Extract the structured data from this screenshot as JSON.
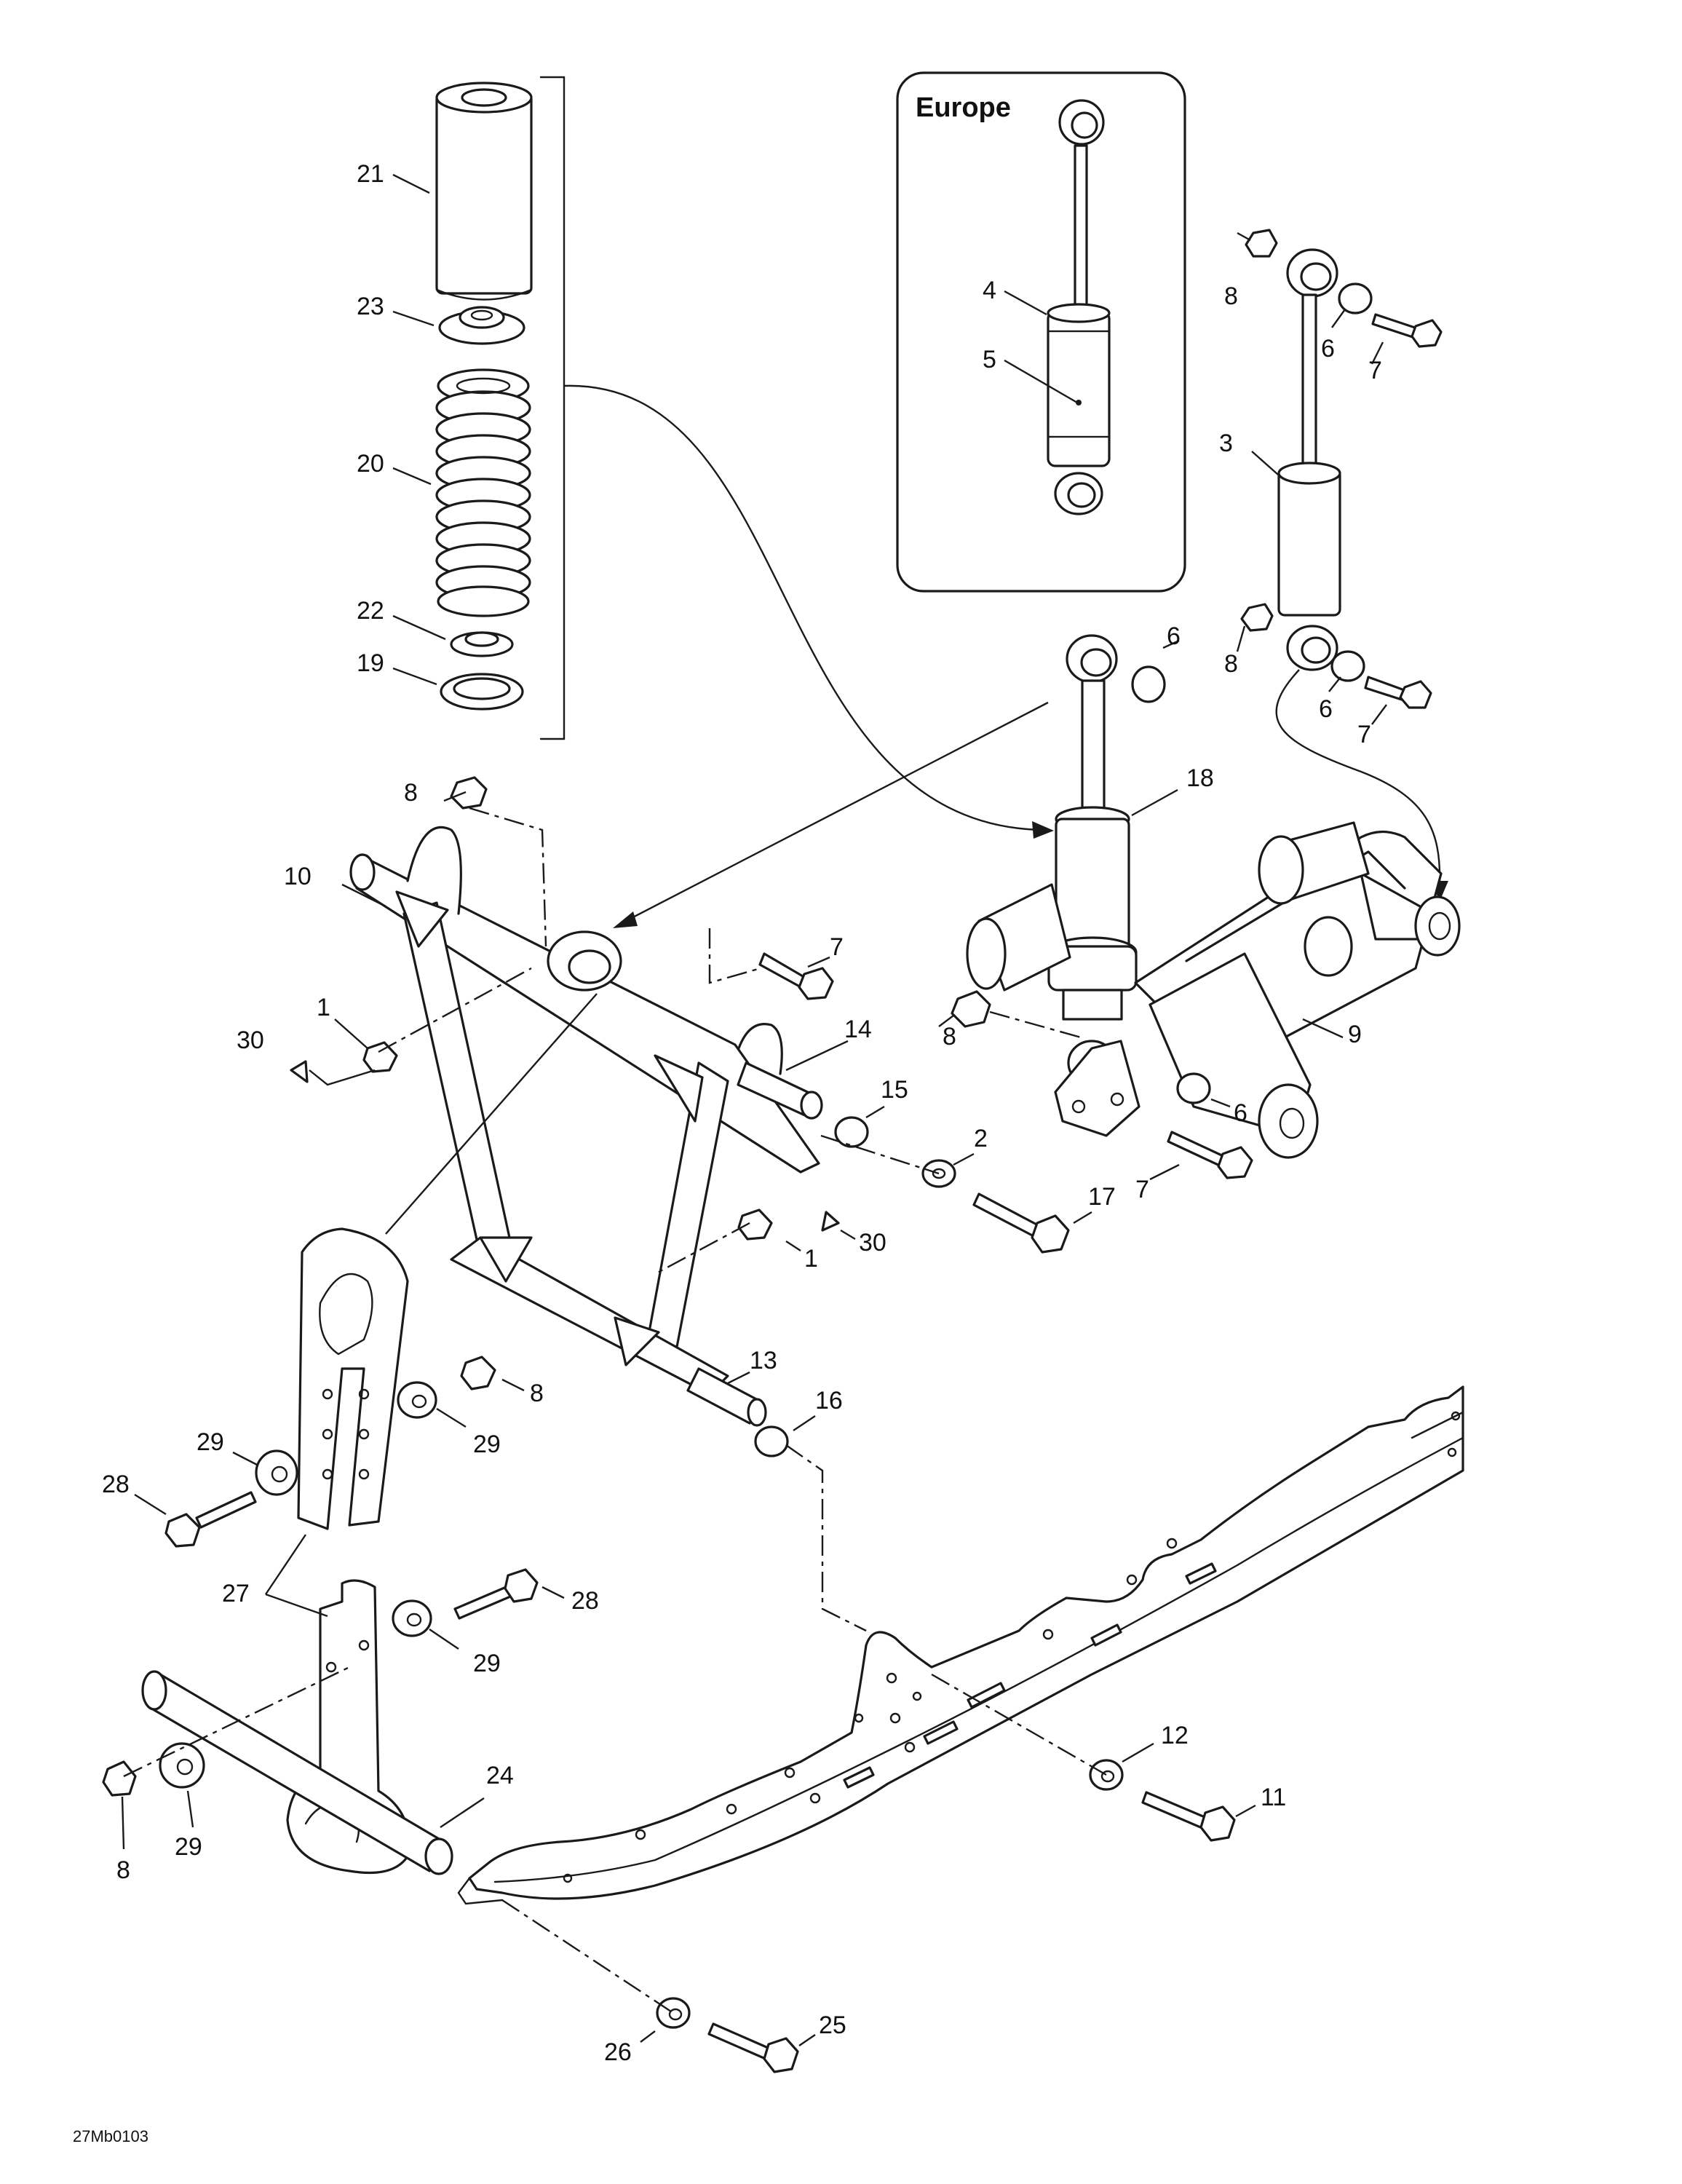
{
  "diagram": {
    "inset_title": "Europe",
    "figure_code": "27Mb0103",
    "callouts": {
      "c21": "21",
      "c23": "23",
      "c20": "20",
      "c22": "22",
      "c19": "19",
      "c4": "4",
      "c5": "5",
      "c8_shock_top": "8",
      "c6_shock_top": "6",
      "c7_shock_top": "7",
      "c3": "3",
      "c8_shock_bottom": "8",
      "c6_shock_bottom": "6",
      "c7_shock_bottom": "7",
      "c6_main": "6",
      "c18": "18",
      "c8_arm": "8",
      "c10": "10",
      "c1_left": "1",
      "c30_left": "30",
      "c7_arm": "7",
      "c14": "14",
      "c15": "15",
      "c2": "2",
      "c17": "17",
      "c8_right": "8",
      "c9": "9",
      "c6_right": "6",
      "c7_right": "7",
      "c1_mid": "1",
      "c30_mid": "30",
      "c13": "13",
      "c16": "16",
      "c8_link": "8",
      "c29_upper": "29",
      "c29_upper_right": "29",
      "c28_left": "28",
      "c27": "27",
      "c28_right": "28",
      "c29_mid": "29",
      "c24": "24",
      "c29_lower": "29",
      "c8_lower": "8",
      "c12": "12",
      "c11": "11",
      "c25": "25",
      "c26": "26"
    }
  }
}
